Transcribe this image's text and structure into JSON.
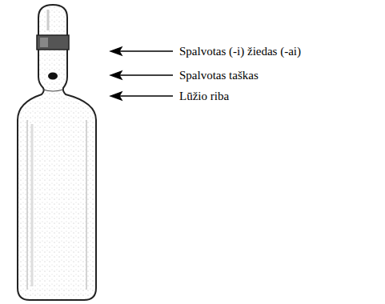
{
  "diagram": {
    "labels": [
      "Spalvotas (-i) žiedas (-ai)",
      "Spalvotas taškas",
      "Lūžio riba"
    ]
  }
}
